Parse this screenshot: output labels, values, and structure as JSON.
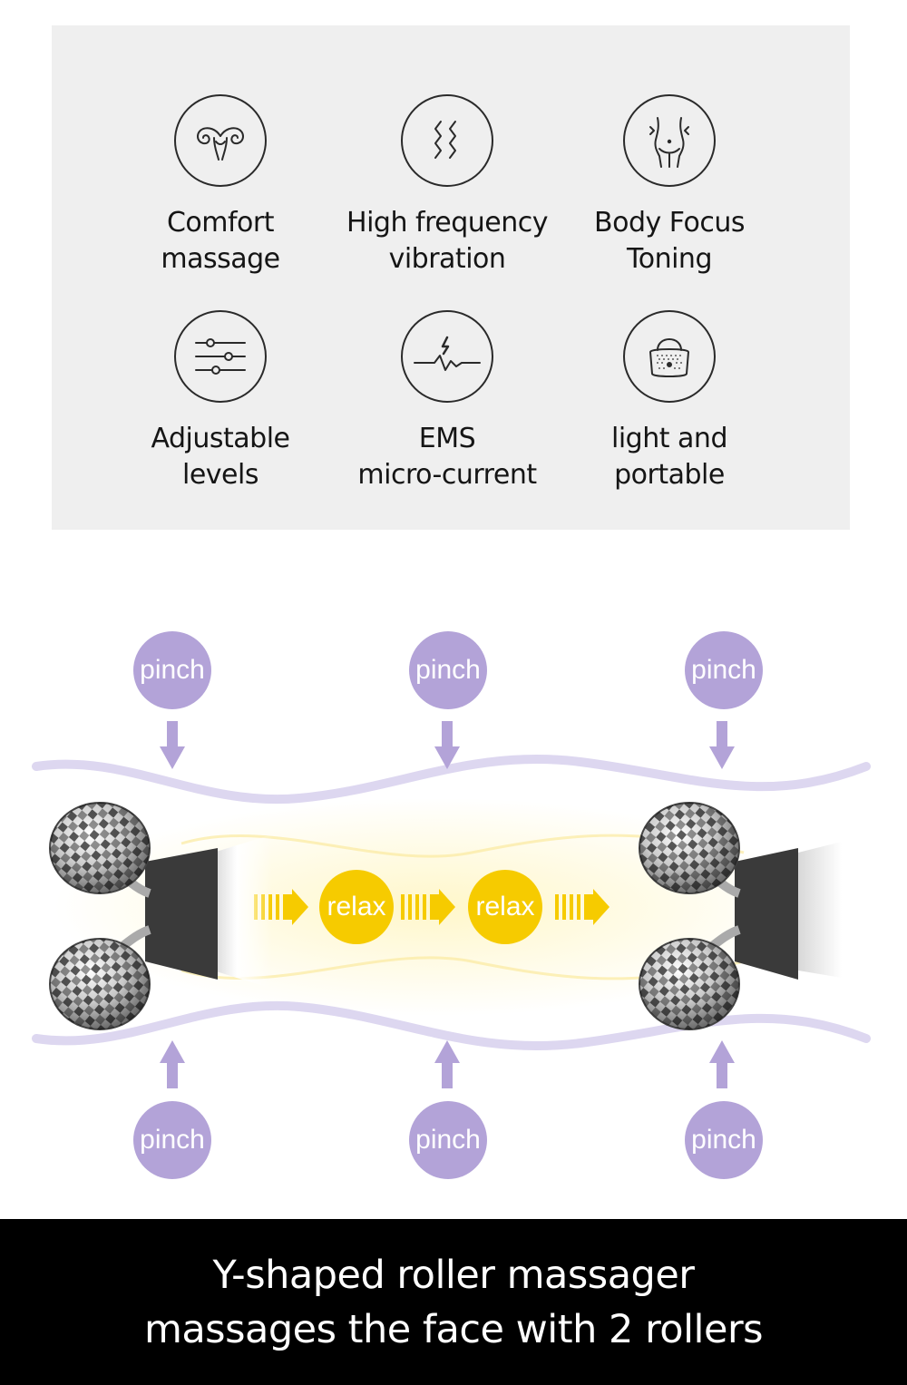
{
  "features": [
    {
      "icon": "uterus-icon",
      "line1": "Comfort",
      "line2": "massage"
    },
    {
      "icon": "vibration-icon",
      "line1": "High frequency",
      "line2": "vibration"
    },
    {
      "icon": "body-waist-icon",
      "line1": "Body Focus",
      "line2": "Toning"
    },
    {
      "icon": "sliders-icon",
      "line1": "Adjustable",
      "line2": "levels"
    },
    {
      "icon": "pulse-bolt-icon",
      "line1": "EMS",
      "line2": "micro-current"
    },
    {
      "icon": "handbag-icon",
      "line1": "light and",
      "line2": "portable"
    }
  ],
  "diagram": {
    "pinch_label": "pinch",
    "relax_label": "relax",
    "colors": {
      "pinch": "#b3a3d8",
      "relax": "#f6cb00",
      "wave": "#ddd7f0"
    }
  },
  "caption": {
    "line1": "Y-shaped roller massager",
    "line2": "massages the face with 2 rollers"
  }
}
